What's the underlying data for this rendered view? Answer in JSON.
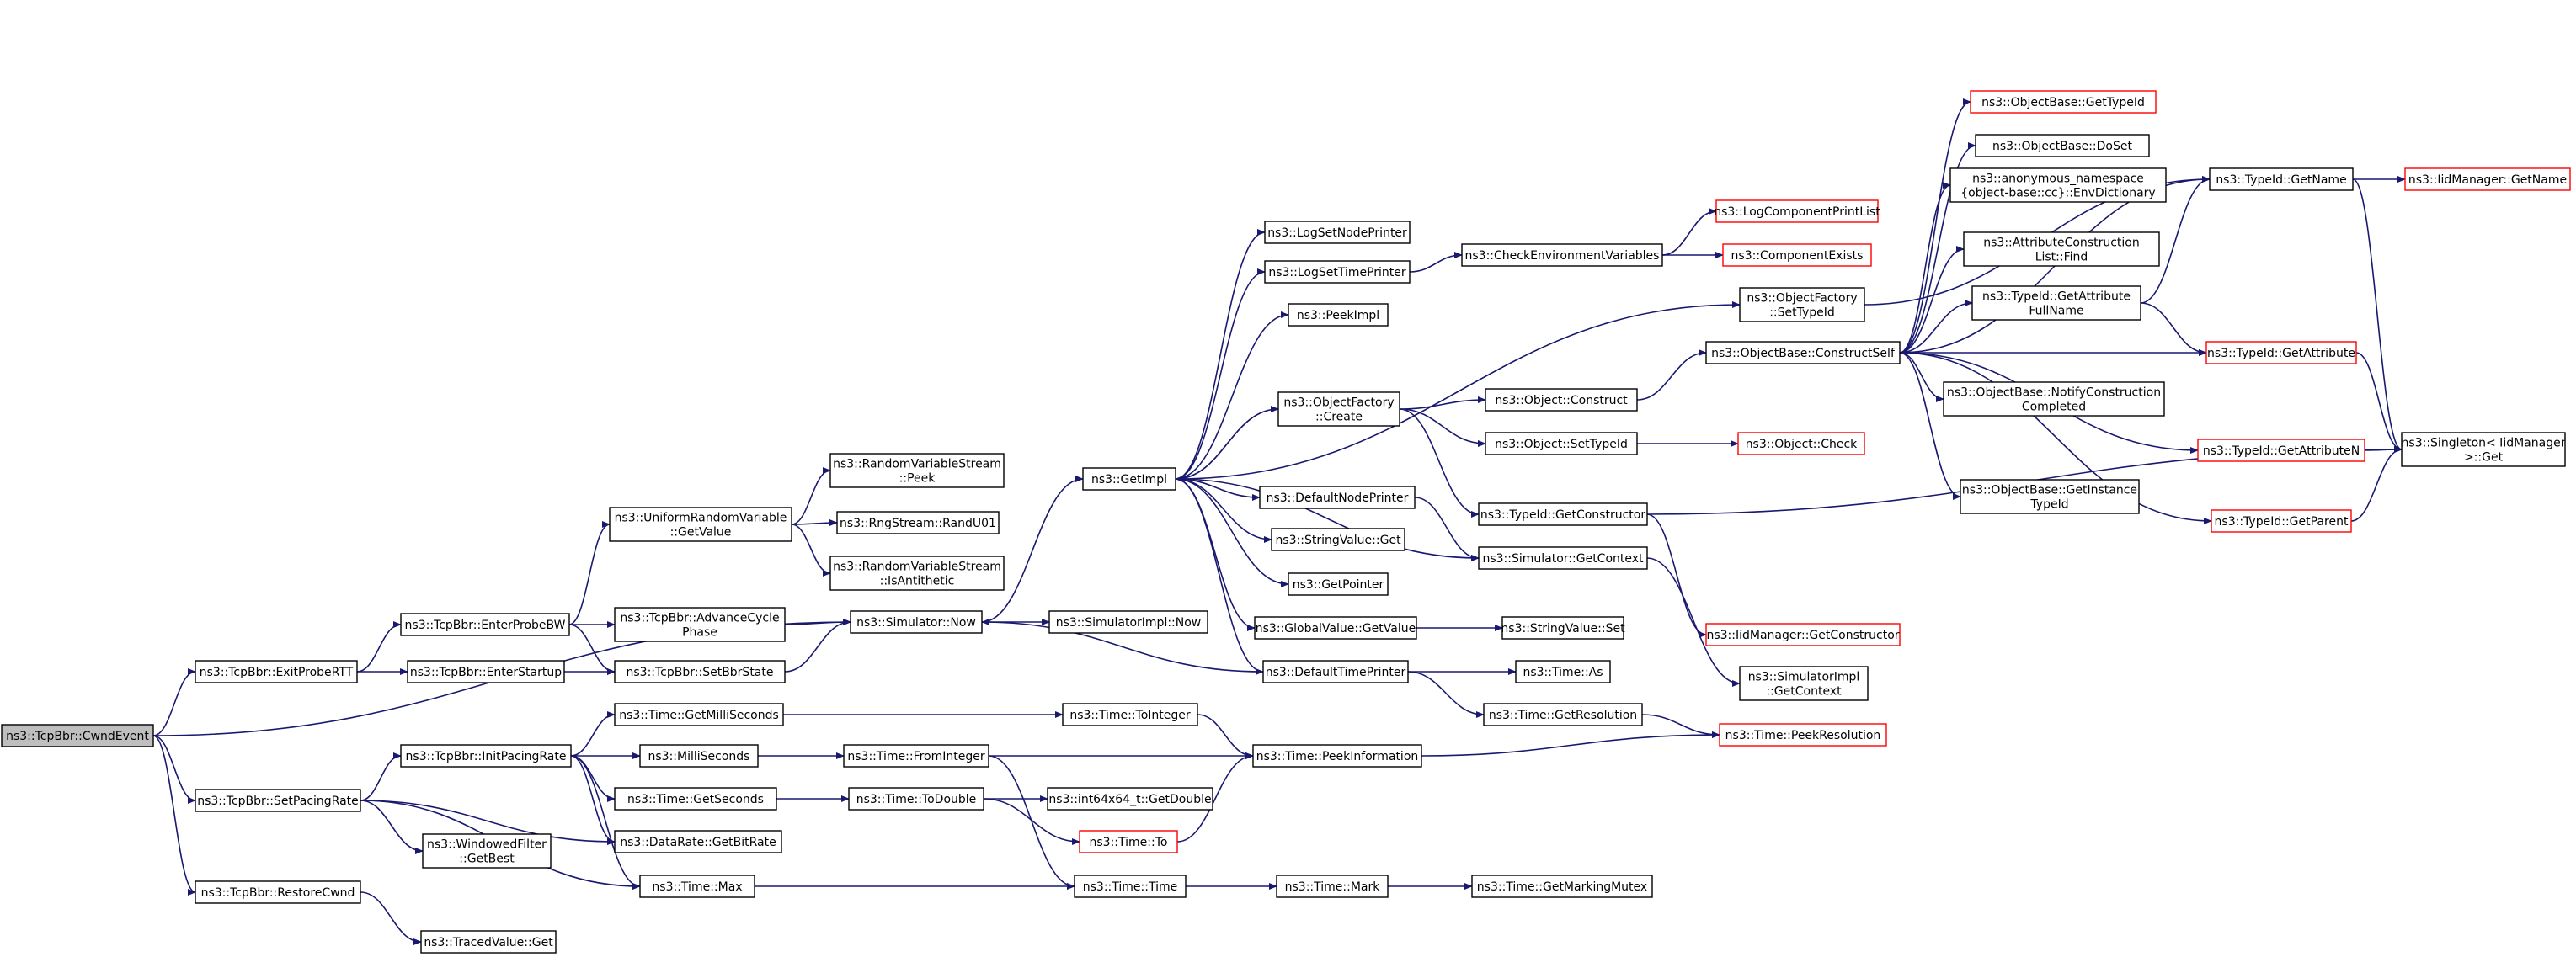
{
  "graph": {
    "edge_color": "#191970",
    "normal_border": "#000000",
    "truncated_border": "#ff0000",
    "root_fill": "#bfbfbf",
    "nodes": [
      {
        "id": "cwnd",
        "label": [
          "ns3::TcpBbr::CwndEvent"
        ],
        "style": "root"
      },
      {
        "id": "exitprobertt",
        "label": [
          "ns3::TcpBbr::ExitProbeRTT"
        ],
        "style": "normal"
      },
      {
        "id": "setpacingrate",
        "label": [
          "ns3::TcpBbr::SetPacingRate"
        ],
        "style": "normal"
      },
      {
        "id": "restorecwnd",
        "label": [
          "ns3::TcpBbr::RestoreCwnd"
        ],
        "style": "normal"
      },
      {
        "id": "enterprobebw",
        "label": [
          "ns3::TcpBbr::EnterProbeBW"
        ],
        "style": "normal"
      },
      {
        "id": "enterstartup",
        "label": [
          "ns3::TcpBbr::EnterStartup"
        ],
        "style": "normal"
      },
      {
        "id": "initpacingrate",
        "label": [
          "ns3::TcpBbr::InitPacingRate"
        ],
        "style": "normal"
      },
      {
        "id": "windowedfilter",
        "label": [
          "ns3::WindowedFilter",
          "::GetBest"
        ],
        "style": "normal"
      },
      {
        "id": "tracedvalue",
        "label": [
          "ns3::TracedValue::Get"
        ],
        "style": "normal"
      },
      {
        "id": "uniformgetvalue",
        "label": [
          "ns3::UniformRandomVariable",
          "::GetValue"
        ],
        "style": "normal"
      },
      {
        "id": "advancecycle",
        "label": [
          "ns3::TcpBbr::AdvanceCycle",
          "Phase"
        ],
        "style": "normal"
      },
      {
        "id": "setbbrstate",
        "label": [
          "ns3::TcpBbr::SetBbrState"
        ],
        "style": "normal"
      },
      {
        "id": "getmilliseconds",
        "label": [
          "ns3::Time::GetMilliSeconds"
        ],
        "style": "normal"
      },
      {
        "id": "milliseconds",
        "label": [
          "ns3::MilliSeconds"
        ],
        "style": "normal"
      },
      {
        "id": "getseconds",
        "label": [
          "ns3::Time::GetSeconds"
        ],
        "style": "normal"
      },
      {
        "id": "getbitrate",
        "label": [
          "ns3::DataRate::GetBitRate"
        ],
        "style": "normal"
      },
      {
        "id": "timemax",
        "label": [
          "ns3::Time::Max"
        ],
        "style": "normal"
      },
      {
        "id": "rvspeek",
        "label": [
          "ns3::RandomVariableStream",
          "::Peek"
        ],
        "style": "normal"
      },
      {
        "id": "randu01",
        "label": [
          "ns3::RngStream::RandU01"
        ],
        "style": "normal"
      },
      {
        "id": "isantithetic",
        "label": [
          "ns3::RandomVariableStream",
          "::IsAntithetic"
        ],
        "style": "normal"
      },
      {
        "id": "simnow",
        "label": [
          "ns3::Simulator::Now"
        ],
        "style": "normal"
      },
      {
        "id": "timetointeger",
        "label": [
          "ns3::Time::ToInteger"
        ],
        "style": "normal"
      },
      {
        "id": "fromint",
        "label": [
          "ns3::Time::FromInteger"
        ],
        "style": "normal"
      },
      {
        "id": "todouble",
        "label": [
          "ns3::Time::ToDouble"
        ],
        "style": "normal"
      },
      {
        "id": "timeto",
        "label": [
          "ns3::Time::To"
        ],
        "style": "red"
      },
      {
        "id": "timetime",
        "label": [
          "ns3::Time::Time"
        ],
        "style": "normal"
      },
      {
        "id": "getimpl",
        "label": [
          "ns3::GetImpl"
        ],
        "style": "normal"
      },
      {
        "id": "simimplnow",
        "label": [
          "ns3::SimulatorImpl::Now"
        ],
        "style": "normal"
      },
      {
        "id": "getdouble",
        "label": [
          "ns3::int64x64_t::GetDouble"
        ],
        "style": "normal"
      },
      {
        "id": "timemark",
        "label": [
          "ns3::Time::Mark"
        ],
        "style": "normal"
      },
      {
        "id": "lognodeprinter",
        "label": [
          "ns3::LogSetNodePrinter"
        ],
        "style": "normal"
      },
      {
        "id": "logtimeprinter",
        "label": [
          "ns3::LogSetTimePrinter"
        ],
        "style": "normal"
      },
      {
        "id": "peekimpl",
        "label": [
          "ns3::PeekImpl"
        ],
        "style": "normal"
      },
      {
        "id": "ofcreate",
        "label": [
          "ns3::ObjectFactory",
          "::Create"
        ],
        "style": "normal"
      },
      {
        "id": "defaultnodeprinter",
        "label": [
          "ns3::DefaultNodePrinter"
        ],
        "style": "normal"
      },
      {
        "id": "stringvalueget",
        "label": [
          "ns3::StringValue::Get"
        ],
        "style": "normal"
      },
      {
        "id": "getpointer",
        "label": [
          "ns3::GetPointer"
        ],
        "style": "normal"
      },
      {
        "id": "globalvalue",
        "label": [
          "ns3::GlobalValue::GetValue"
        ],
        "style": "normal"
      },
      {
        "id": "defaulttimeprinter",
        "label": [
          "ns3::DefaultTimePrinter"
        ],
        "style": "normal"
      },
      {
        "id": "peekinformation",
        "label": [
          "ns3::Time::PeekInformation"
        ],
        "style": "normal"
      },
      {
        "id": "checkenv",
        "label": [
          "ns3::CheckEnvironmentVariables"
        ],
        "style": "normal"
      },
      {
        "id": "objconstruct",
        "label": [
          "ns3::Object::Construct"
        ],
        "style": "normal"
      },
      {
        "id": "objsettypeid",
        "label": [
          "ns3::Object::SetTypeId"
        ],
        "style": "normal"
      },
      {
        "id": "getconstructor",
        "label": [
          "ns3::TypeId::GetConstructor"
        ],
        "style": "normal"
      },
      {
        "id": "simgetcontext",
        "label": [
          "ns3::Simulator::GetContext"
        ],
        "style": "normal"
      },
      {
        "id": "stringvalueset",
        "label": [
          "ns3::StringValue::Set"
        ],
        "style": "normal"
      },
      {
        "id": "timeas",
        "label": [
          "ns3::Time::As"
        ],
        "style": "normal"
      },
      {
        "id": "getresolution",
        "label": [
          "ns3::Time::GetResolution"
        ],
        "style": "normal"
      },
      {
        "id": "getmarkingmutex",
        "label": [
          "ns3::Time::GetMarkingMutex"
        ],
        "style": "normal"
      },
      {
        "id": "logcompprint",
        "label": [
          "ns3::LogComponentPrintList"
        ],
        "style": "red"
      },
      {
        "id": "compexists",
        "label": [
          "ns3::ComponentExists"
        ],
        "style": "red"
      },
      {
        "id": "ofsettypeid",
        "label": [
          "ns3::ObjectFactory",
          "::SetTypeId"
        ],
        "style": "normal"
      },
      {
        "id": "constructself",
        "label": [
          "ns3::ObjectBase::ConstructSelf"
        ],
        "style": "normal"
      },
      {
        "id": "objcheck",
        "label": [
          "ns3::Object::Check"
        ],
        "style": "red"
      },
      {
        "id": "iidgetconstructor",
        "label": [
          "ns3::IidManager::GetConstructor"
        ],
        "style": "red"
      },
      {
        "id": "simimplgetcontext",
        "label": [
          "ns3::SimulatorImpl",
          "::GetContext"
        ],
        "style": "normal"
      },
      {
        "id": "peekresolution",
        "label": [
          "ns3::Time::PeekResolution"
        ],
        "style": "red"
      },
      {
        "id": "obgettypeid",
        "label": [
          "ns3::ObjectBase::GetTypeId"
        ],
        "style": "red"
      },
      {
        "id": "obdoset",
        "label": [
          "ns3::ObjectBase::DoSet"
        ],
        "style": "normal"
      },
      {
        "id": "envdict",
        "label": [
          "ns3::anonymous_namespace",
          "{object-base::cc}::EnvDictionary"
        ],
        "style": "normal"
      },
      {
        "id": "attrlistfind",
        "label": [
          "ns3::AttributeConstruction",
          "List::Find"
        ],
        "style": "normal"
      },
      {
        "id": "getattrfullname",
        "label": [
          "ns3::TypeId::GetAttribute",
          "FullName"
        ],
        "style": "normal"
      },
      {
        "id": "notifyconstruction",
        "label": [
          "ns3::ObjectBase::NotifyConstruction",
          "Completed"
        ],
        "style": "normal"
      },
      {
        "id": "getinstancetypeid",
        "label": [
          "ns3::ObjectBase::GetInstance",
          "TypeId"
        ],
        "style": "normal"
      },
      {
        "id": "typeidgetname",
        "label": [
          "ns3::TypeId::GetName"
        ],
        "style": "normal"
      },
      {
        "id": "typeidgetattr",
        "label": [
          "ns3::TypeId::GetAttribute"
        ],
        "style": "red"
      },
      {
        "id": "typeidgetattrn",
        "label": [
          "ns3::TypeId::GetAttributeN"
        ],
        "style": "red"
      },
      {
        "id": "typeidgetparent",
        "label": [
          "ns3::TypeId::GetParent"
        ],
        "style": "red"
      },
      {
        "id": "iidgetname",
        "label": [
          "ns3::IidManager::GetName"
        ],
        "style": "red"
      },
      {
        "id": "singletonget",
        "label": [
          "ns3::Singleton< IidManager",
          ">::Get"
        ],
        "style": "normal"
      }
    ]
  }
}
